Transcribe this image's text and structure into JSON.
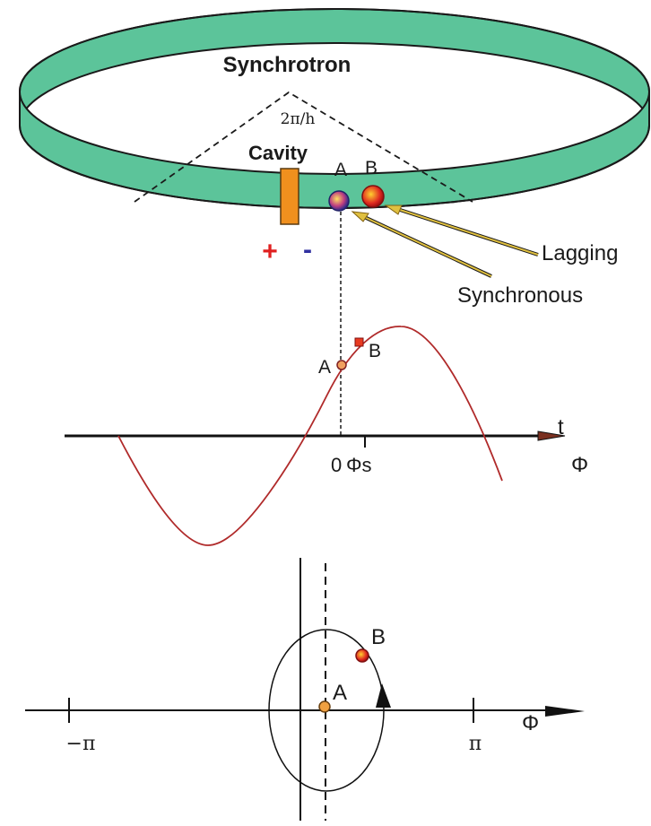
{
  "ring": {
    "title": "Synchrotron",
    "harmonic_label": "2π/h",
    "color": "#5cc49a"
  },
  "cavity": {
    "label": "Cavity",
    "plus": "+",
    "minus": "-",
    "color": "#f0901e",
    "plus_color": "#e02020",
    "minus_color": "#3030a0"
  },
  "particles": {
    "a_label": "A",
    "b_label": "B",
    "lagging_label": "Lagging",
    "synchronous_label": "Synchronous"
  },
  "waveform": {
    "axis_t": "t",
    "axis_phi": "Φ",
    "origin_tick": "0",
    "phi_s_tick": "Φs",
    "point_a": "A",
    "point_b": "B",
    "curve_color": "#b02a2a"
  },
  "phase_space": {
    "axis_phi": "Φ",
    "minus_pi": "−π",
    "pi": "π",
    "point_a": "A",
    "point_b": "B"
  }
}
